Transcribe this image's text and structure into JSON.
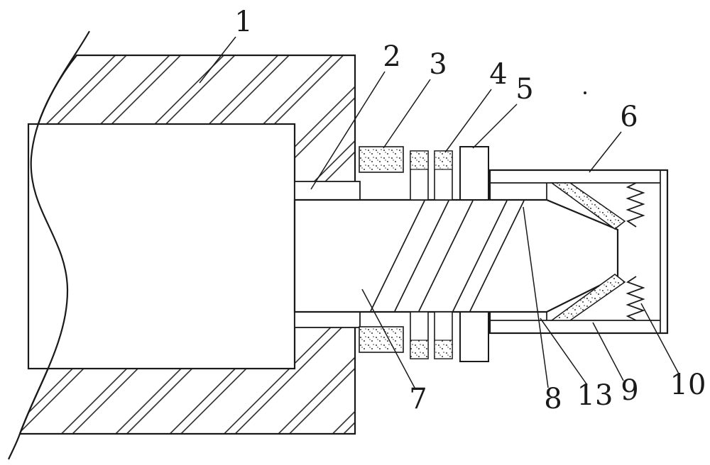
{
  "colors": {
    "ink": "#1a1a1a",
    "paper": "#ffffff"
  },
  "callouts": {
    "c1": "1",
    "c2": "2",
    "c3": "3",
    "c4": "4",
    "c5": "5",
    "c6": "6",
    "c7": "7",
    "c8": "8",
    "c9": "9",
    "c10": "10",
    "c13": "13"
  }
}
